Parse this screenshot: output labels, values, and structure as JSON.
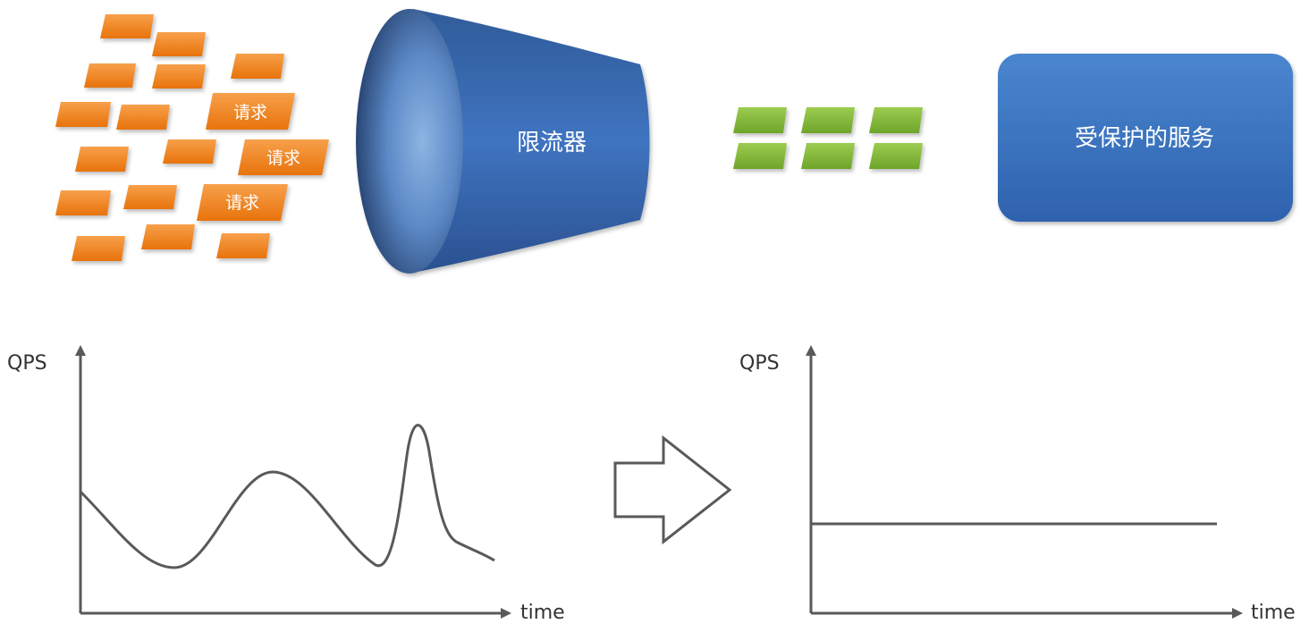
{
  "requests": {
    "label": "请求",
    "color": "#f28a1c",
    "labeled_count": 3,
    "plain_count": 14
  },
  "limiter": {
    "label": "限流器",
    "color": "#3a6ab0"
  },
  "throttled": {
    "color": "#7cb82e",
    "count": 6
  },
  "service": {
    "label": "受保护的服务",
    "color": "#3872bd"
  },
  "before_chart": {
    "ylabel": "QPS",
    "xlabel": "time"
  },
  "after_chart": {
    "ylabel": "QPS",
    "xlabel": "time"
  },
  "transition_arrow": {
    "icon": "right-arrow-outline-icon"
  }
}
